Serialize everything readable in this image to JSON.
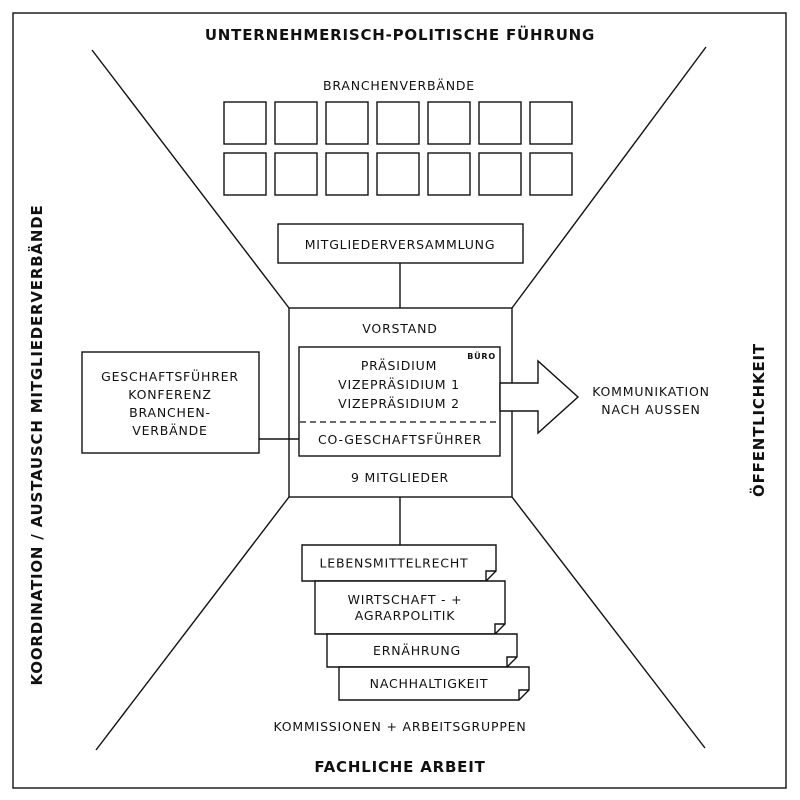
{
  "headings": {
    "top": "UNTERNEHMERISCH-POLITISCHE FÜHRUNG",
    "bottom": "FACHLICHE ARBEIT",
    "left": "KOORDINATION / AUSTAUSCH MITGLIEDERVERBÄNDE",
    "right": "ÖFFENTLICHKEIT"
  },
  "branchen": {
    "label": "BRANCHENVERBÄNDE",
    "rows": 2,
    "cols": 7
  },
  "mitgliederversammlung": "MITGLIEDERVERSAMMLUNG",
  "vorstand": {
    "title": "VORSTAND",
    "members": "9 MITGLIEDER",
    "praesidium_lines": [
      "PRÄSIDIUM",
      "VIZEPRÄSIDIUM 1",
      "VIZEPRÄSIDIUM 2"
    ],
    "buero": "BÜRO",
    "co_geschaeftsfuehrer": "CO-GESCHAFTSFÜHRER"
  },
  "gf_konferenz": [
    "GESCHAFTSFÜHRER",
    "KONFERENZ",
    "BRANCHEN-",
    "VERBÄNDE"
  ],
  "kommunikation": [
    "KOMMUNIKATION",
    "NACH AUSSEN"
  ],
  "kommissionen": {
    "label": "KOMMISSIONEN + ARBEITSGRUPPEN",
    "items": [
      [
        "LEBENSMITTELRECHT"
      ],
      [
        "WIRTSCHAFT - +",
        "AGRARPOLITIK"
      ],
      [
        "ERNÄHRUNG"
      ],
      [
        "NACHHALTIGKEIT"
      ]
    ]
  }
}
